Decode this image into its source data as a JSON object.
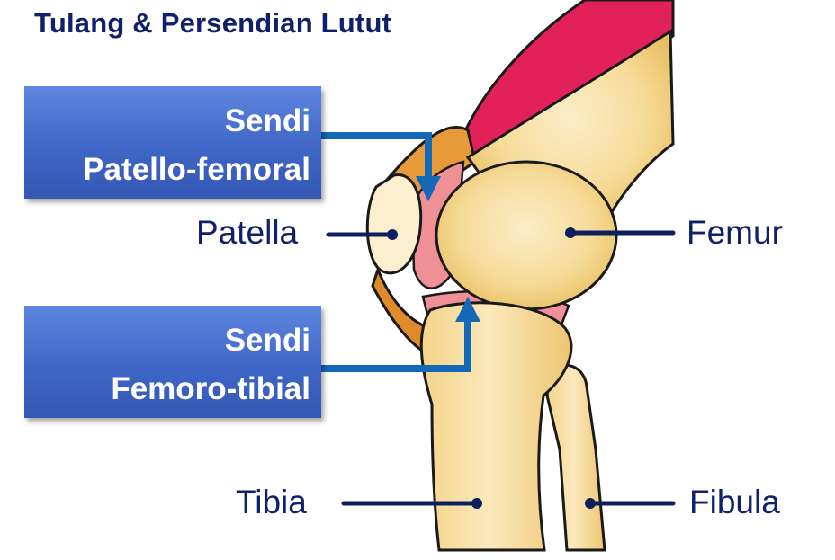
{
  "title": "Tulang & Persendian Lutut",
  "joints": {
    "patellofemoral": {
      "line1": "Sendi",
      "line2": "Patello-femoral"
    },
    "femorotibial": {
      "line1": "Sendi",
      "line2": "Femoro-tibial"
    }
  },
  "labels": {
    "patella": "Patella",
    "femur": "Femur",
    "tibia": "Tibia",
    "fibula": "Fibula"
  },
  "colors": {
    "title": "#10216a",
    "box": "#4a70cf",
    "arrow": "#1468b8",
    "leader": "#0d1f5c",
    "bone": "#f6dc9a",
    "muscle": "#e2205a",
    "cartilage": "#ef8f96"
  }
}
